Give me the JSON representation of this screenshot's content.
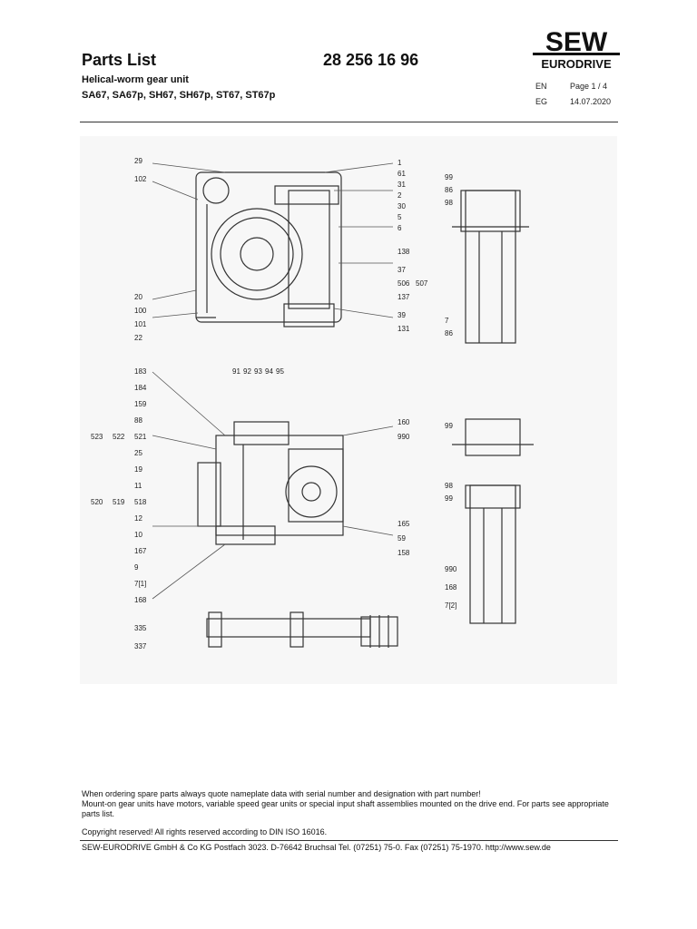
{
  "header": {
    "title": "Parts List",
    "part_number": "28 256 16 96",
    "subtitle": "Helical-worm gear unit",
    "models": "SA67, SA67p, SH67, SH67p, ST67, ST67p",
    "lang": "EN",
    "page": "Page 1 / 4",
    "code": "EG",
    "date": "14.07.2020"
  },
  "logo": {
    "line1": "SEW",
    "line2": "EURODRIVE"
  },
  "drawing": {
    "labels_top_right": [
      "1",
      "61",
      "31",
      "2",
      "30",
      "5",
      "6",
      "138",
      "37",
      "506",
      "137",
      "507",
      "39",
      "131"
    ],
    "labels_top_left": [
      "29",
      "102",
      "20",
      "100",
      "101",
      "22"
    ],
    "labels_mid_numbers": [
      "91",
      "92",
      "93",
      "94",
      "95"
    ],
    "labels_mid_left": [
      "183",
      "184",
      "159",
      "88",
      "521",
      "522",
      "523",
      "25",
      "19",
      "11",
      "518",
      "519",
      "520",
      "12",
      "10",
      "167",
      "9",
      "7[1]",
      "168",
      "335",
      "337"
    ],
    "labels_mid_right": [
      "160",
      "990",
      "165",
      "59",
      "158"
    ],
    "labels_shaft_a": [
      "99",
      "86",
      "98",
      "7",
      "86"
    ],
    "labels_shaft_b": [
      "99",
      "98",
      "99",
      "990",
      "168",
      "7[2]"
    ]
  },
  "notes": {
    "line1": "When ordering spare parts always quote nameplate data with serial number and designation with part number!",
    "line2": "Mount-on gear units have motors, variable speed gear units or special input shaft assemblies mounted on the drive end. For parts see appropriate parts list.",
    "copyright": "Copyright reserved! All rights reserved according to DIN ISO 16016."
  },
  "footer": {
    "address": "SEW-EURODRIVE GmbH & Co KG Postfach 3023. D-76642 Bruchsal Tel. (07251) 75-0. Fax (07251) 75-1970. http://www.sew.de"
  }
}
